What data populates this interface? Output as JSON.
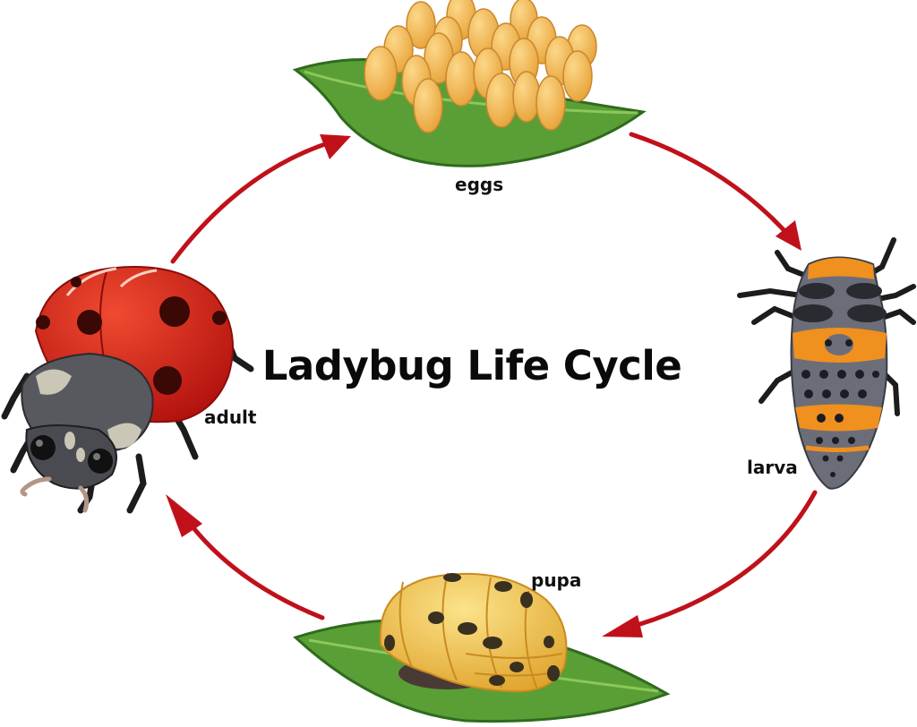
{
  "title": "Ladybug Life Cycle",
  "stages": [
    {
      "id": "eggs",
      "label": "eggs"
    },
    {
      "id": "larva",
      "label": "larva"
    },
    {
      "id": "pupa",
      "label": "pupa"
    },
    {
      "id": "adult",
      "label": "adult"
    }
  ],
  "cycle_order": [
    "eggs",
    "larva",
    "pupa",
    "adult"
  ],
  "colors": {
    "arrow": "#c0111b",
    "leaf": "#5a9e36",
    "leaf_dark": "#2f6b1e",
    "egg": "#f2b95a",
    "ladybug_red": "#d8231a",
    "larva_gray": "#6b6e78",
    "larva_orange": "#f0901e",
    "pupa_yellow": "#f2c94c"
  }
}
